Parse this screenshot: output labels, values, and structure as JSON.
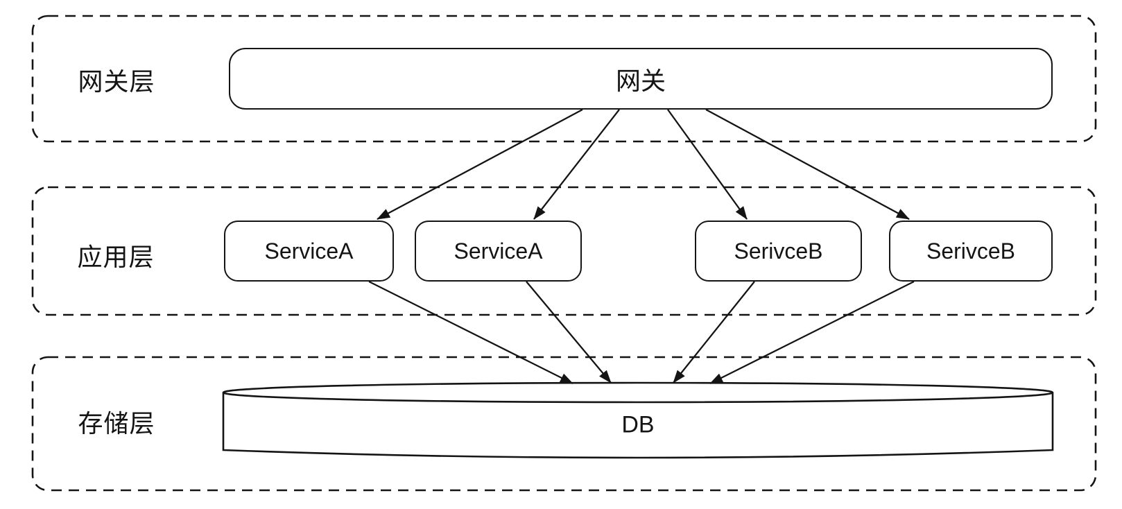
{
  "page": {
    "background": "#ffffff"
  },
  "colors": {
    "stroke": "#141414",
    "text": "#141414",
    "node_fill": "#ffffff"
  },
  "layers": [
    {
      "id": "gateway-layer",
      "label": "网关层"
    },
    {
      "id": "app-layer",
      "label": "应用层"
    },
    {
      "id": "storage-layer",
      "label": "存储层"
    }
  ],
  "nodes": {
    "gateway": {
      "id": "gateway",
      "label": "网关",
      "shape": "rounded-rect"
    },
    "services": [
      {
        "id": "service-1",
        "label": "ServiceA",
        "shape": "rounded-rect"
      },
      {
        "id": "service-2",
        "label": "ServiceA",
        "shape": "rounded-rect"
      },
      {
        "id": "service-3",
        "label": "SerivceB",
        "shape": "rounded-rect"
      },
      {
        "id": "service-4",
        "label": "SerivceB",
        "shape": "rounded-rect"
      }
    ],
    "db": {
      "id": "db",
      "label": "DB",
      "shape": "cylinder"
    }
  },
  "edges": [
    {
      "from": "gateway",
      "to": "service-1",
      "arrow": "filled-triangle"
    },
    {
      "from": "gateway",
      "to": "service-2",
      "arrow": "filled-triangle"
    },
    {
      "from": "gateway",
      "to": "service-3",
      "arrow": "filled-triangle"
    },
    {
      "from": "gateway",
      "to": "service-4",
      "arrow": "filled-triangle"
    },
    {
      "from": "service-1",
      "to": "db",
      "arrow": "filled-triangle"
    },
    {
      "from": "service-2",
      "to": "db",
      "arrow": "filled-triangle"
    },
    {
      "from": "service-3",
      "to": "db",
      "arrow": "filled-triangle"
    },
    {
      "from": "service-4",
      "to": "db",
      "arrow": "filled-triangle"
    }
  ]
}
